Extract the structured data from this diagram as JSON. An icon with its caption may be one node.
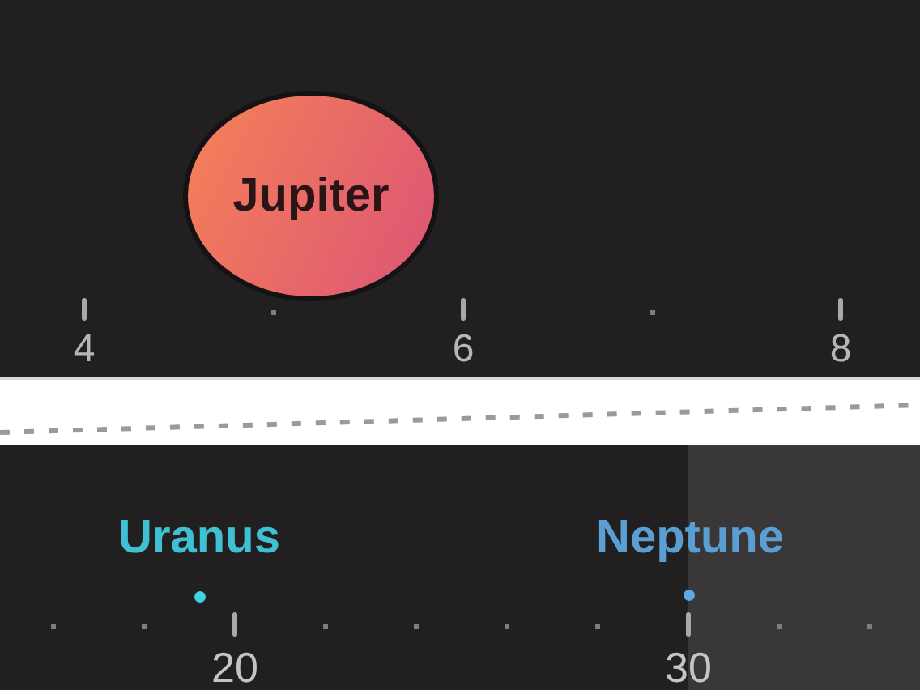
{
  "diagram": {
    "nodes": [
      {
        "text": [
          "Jupiter"
        ]
      }
    ],
    "labels": [
      "4",
      "6",
      "8",
      "Uranus",
      "Neptune",
      "20",
      "30"
    ]
  }
}
